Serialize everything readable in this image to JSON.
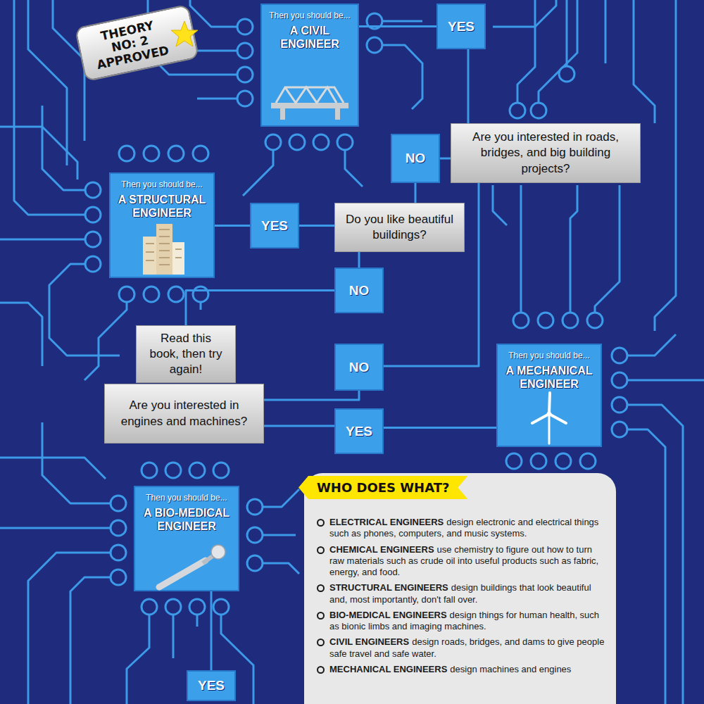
{
  "diagram": {
    "nodes": [
      {
        "text": [
          "THEORY NO: 2 APPROVED"
        ]
      },
      {
        "text": [
          "Then you should be...",
          "A CIVIL ENGINEER"
        ]
      },
      {
        "text": [
          "YES"
        ]
      },
      {
        "text": [
          "Are you interested in roads, bridges, and big building projects?"
        ]
      },
      {
        "text": [
          "NO"
        ]
      },
      {
        "text": [
          "Then you should be...",
          "A STRUCTURAL ENGINEER"
        ]
      },
      {
        "text": [
          "YES"
        ]
      },
      {
        "text": [
          "Do you like beautiful buildings?"
        ]
      },
      {
        "text": [
          "NO"
        ]
      },
      {
        "text": [
          "Read this book, then try again!"
        ]
      },
      {
        "text": [
          "NO"
        ]
      },
      {
        "text": [
          "Then you should be...",
          "A MECHANICAL ENGINEER"
        ]
      },
      {
        "text": [
          "Are you interested in engines and machines?"
        ]
      },
      {
        "text": [
          "YES"
        ]
      },
      {
        "text": [
          "Then you should be...",
          "A BIO-MEDICAL ENGINEER"
        ]
      },
      {
        "text": [
          "WHO DOES WHAT?",
          "ELECTRICAL ENGINEERS",
          "design electronic and electrical things such as phones, computers, and music systems.",
          "CHEMICAL ENGINEERS",
          "use chemistry to figure out how to turn raw materials such as crude oil into useful products such as fabric, energy, and food.",
          "STRUCTURAL ENGINEERS",
          "design buildings that look beautiful and, most importantly, don't fall over.",
          "BIO-MEDICAL ENGINEERS",
          "design things for human health, such as bionic limbs and imaging machines.",
          "CIVIL ENGINEERS",
          "design roads, bridges, and dams to give people safe travel and safe water.",
          "MECHANICAL ENGINEERS",
          "design machines and engines"
        ]
      },
      {
        "text": [
          "YES"
        ]
      }
    ],
    "edges": [
      {
        "from": 3,
        "to": 2,
        "arrow": "none"
      },
      {
        "from": 2,
        "to": 1,
        "arrow": "none"
      },
      {
        "from": 3,
        "to": 4,
        "arrow": "none"
      },
      {
        "from": 4,
        "to": 7,
        "arrow": "none"
      },
      {
        "from": 7,
        "to": 6,
        "arrow": "none"
      },
      {
        "from": 6,
        "to": 5,
        "arrow": "none"
      },
      {
        "from": 7,
        "to": 8,
        "arrow": "none"
      },
      {
        "from": 8,
        "to": 9,
        "arrow": "none"
      },
      {
        "from": 12,
        "to": 10,
        "arrow": "none"
      },
      {
        "from": 10,
        "to": 3,
        "arrow": "none"
      },
      {
        "from": 12,
        "to": 13,
        "arrow": "none"
      },
      {
        "from": 13,
        "to": 11,
        "arrow": "none"
      },
      {
        "from": 16,
        "to": 14,
        "arrow": "none"
      }
    ]
  }
}
